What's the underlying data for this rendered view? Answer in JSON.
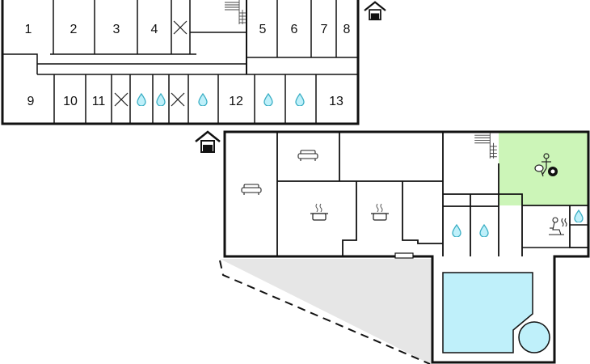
{
  "floor_plan": {
    "upper_building": {
      "top_row_rooms": [
        {
          "label": "1"
        },
        {
          "label": "2"
        },
        {
          "label": "3"
        },
        {
          "label": "4"
        },
        {
          "label": "5"
        },
        {
          "label": "6"
        },
        {
          "label": "7"
        },
        {
          "label": "8"
        }
      ],
      "bottom_row_rooms": [
        {
          "label": "9"
        },
        {
          "label": "10"
        },
        {
          "label": "11"
        },
        {
          "label": "12"
        },
        {
          "label": "13"
        }
      ]
    },
    "lower_building": {
      "living_rooms": 2,
      "kitchens": 2,
      "bathrooms": 2,
      "activity_room": {
        "color": "#ccf5b8",
        "icons": [
          "table-tennis-icon",
          "billiards-icon"
        ]
      },
      "sauna": {
        "icons": [
          "sauna-icon",
          "water-drop-icon"
        ]
      },
      "pool": {
        "color": "#bff0fa"
      }
    },
    "colors": {
      "wall": "#111111",
      "water_drop": "#3aaec4",
      "terrace": "#e6e6e6",
      "activity": "#ccf5b8",
      "pool": "#bff0fa"
    }
  }
}
